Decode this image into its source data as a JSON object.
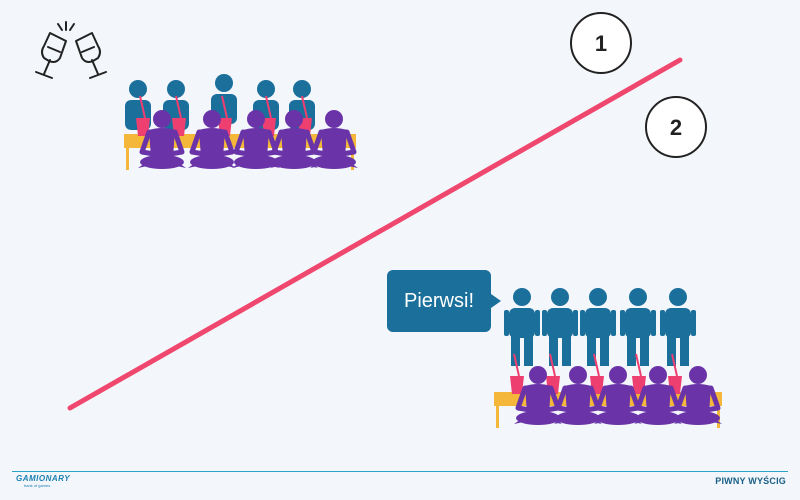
{
  "slide": {
    "race_line_color": "#f0476f",
    "place_labels": {
      "first": "1",
      "second": "2"
    },
    "speech_bubble": "Pierwsi!",
    "colors": {
      "standing_team_top": "#1a6f9b",
      "standing_team_bottom": "#1a6f9b",
      "seated_team": "#6a34a8",
      "table": "#f4b73a",
      "cups": "#ee3f71",
      "bubble": "#1a6f9b"
    },
    "celebration_icon": "champagne-toast-icon"
  },
  "footer": {
    "brand": "GAMIONARY",
    "brand_tagline": "bank of games",
    "title": "PIWNY WYŚCIG"
  }
}
